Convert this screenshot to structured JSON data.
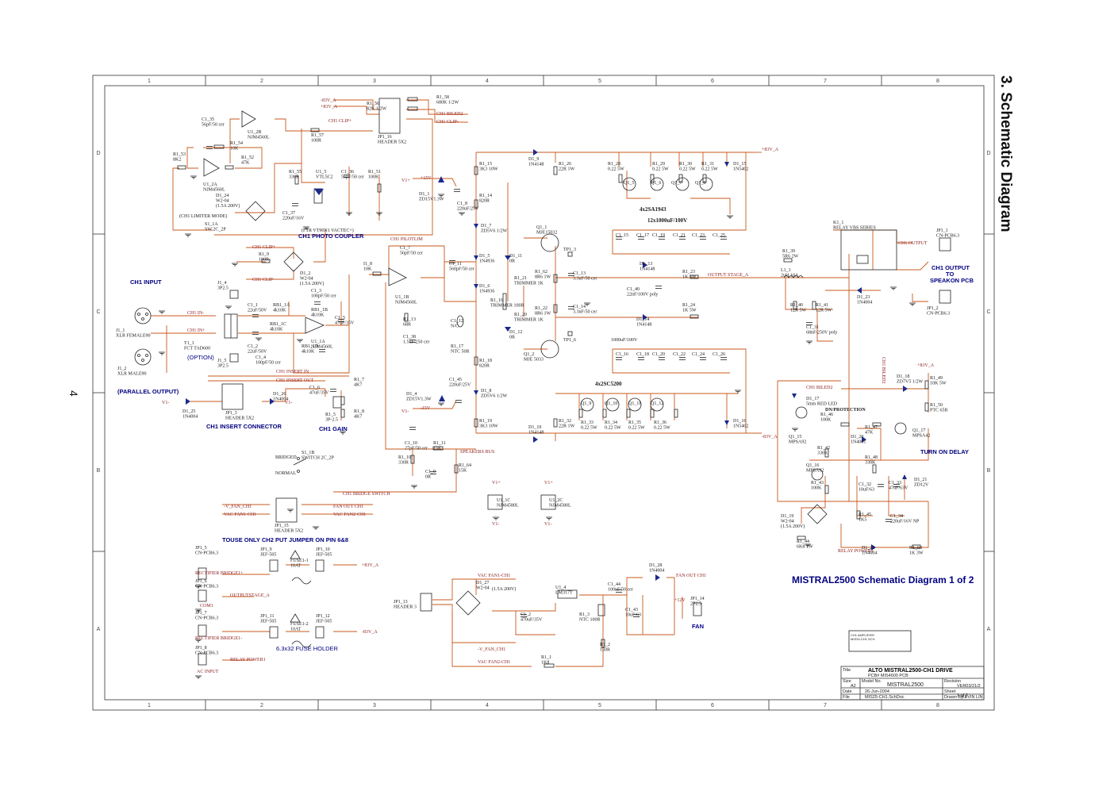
{
  "page": {
    "side_heading": "3. Schematic Diagram",
    "page_number": "4",
    "diagram_title": "MISTRAL2500  Schematic Diagram 1 of 2",
    "grid_cols": [
      "1",
      "2",
      "3",
      "4",
      "5",
      "6",
      "7",
      "8"
    ],
    "grid_rows": [
      "D",
      "C",
      "B",
      "A"
    ]
  },
  "title_block": {
    "title_label": "Title",
    "title": "ALTO MISTRAL2500-CH1 DRIVE",
    "subtitle": "PCB# MIS4600 PCB",
    "size_label": "Size",
    "size": "A2",
    "model_label": "Model No.",
    "model": "MISTRAL2500",
    "revision_label": "Revision",
    "revision": "VER03/21/2",
    "date_label": "Date",
    "date": "26-Jun-2004",
    "sheet_label": "Sheet",
    "sheet": "1    of    2",
    "file_label": "File",
    "file": "MIS25-CH1.SchDoc",
    "drawn_label": "Drawn By",
    "drawn": "KEVIN LIN",
    "note_box": "CH1 AMPLIFIER\nMIS25-CH1.SCH"
  },
  "section_labels": {
    "ch1_input": "CH1 INPUT",
    "ch1_photo_coupler": "CH1 PHOTO COUPLER",
    "ch1_insert_connector": "CH1 INSERT CONNECTOR",
    "ch1_gain": "CH1 GAIN",
    "parallel_output": "(PARALLEL OUTPUT)",
    "option": "(OPTION)",
    "ch1_output": "CH1 OUTPUT",
    "to_speakon": "TO",
    "speakon_pcb": "SPEAKON PCB",
    "turn_on_delay": "TURN ON DELAY",
    "to_use_ch2": "TOUSE ONLY CH2 PUT JUMPER ON PIN 6&8",
    "fuse_holder": "6.3x32 FUSE HOLDER",
    "fan": "FAN",
    "cap_bank_top": "12x1000uF/100V",
    "cap_bank_bottom": "1000uF/100V",
    "trans_top": "4x2SA1943",
    "trans_bottom": "4x2SC5200",
    "limiter_mode": "(CH1 LIMITER MODE)",
    "photo_part": "(FTR VT90N1 VACTEC+)",
    "dn_protection": "DN/PROTECTION",
    "ch1_biled2": "CH1 BILED2"
  },
  "nets": {
    "v83p": "+83V_A",
    "v83n": "-83V_A",
    "v15p": "+15V",
    "v15n": "-15V",
    "vplus": "V1+",
    "vminus": "V1-",
    "ch1_in_minus": "CH1 IN-",
    "ch1_in_plus": "CH1 IN+",
    "ch1_insert_in": "CH1 INSERT IN",
    "ch1_insert_out": "CH1 INSERT OUT",
    "ch1_pilotlim": "CH1 PILOTLIM",
    "ch1_clip_plus": "CH1 CLIP+",
    "ch1_clip_minus": "CH1 CLIP-",
    "ch1_output": "CH1 OUTPUT",
    "output_stage": "OUTPUT STAGE_A",
    "speakers_bus": "SPEAKERS BUS",
    "ch1_bridge_switch": "CH1 BRIDGE SWITCH",
    "fan_ch1": "-V_FAN_CH1",
    "fan_out_ch1": "FAN OUT CH1",
    "vac_fan1": "VAC FAN1-CH1",
    "vac_fan2": "VAC FAN2-CH1",
    "relay_power1": "RELAY POWER1",
    "rectifier_bridge_plus": "RECTIFIER BRIDGE1+",
    "rectifier_bridge_minus": "RECTIFIER BRIDGE1-",
    "com1": "COM1",
    "ac_input": "AC INPUT",
    "outputstage_a": "OUTPUTSTAGE_A",
    "gnd": "GND"
  },
  "components": {
    "u1_2b": "U1_2B\nNJM4560L",
    "u1_2a": "U1_2A\nNJM4560L",
    "u1_1b": "U1_1B\nNJM4560L",
    "u1_1a": "U1_1A\nNJM4560L",
    "u1_1c": "U1_1C\nNJM4580L",
    "u1_2c": "U1_2C\nNJM4580L",
    "u1_5": "U1_5\nVTL5C2",
    "u1_4": "U1_4\nLM317T",
    "c1_35": "C1_35\n56pF/50 cer",
    "r1_54": "R1_54\n10K",
    "r1_53": "R1_53\n8K2",
    "r1_52": "R1_52\n47K",
    "r1_58": "R1_58\n680K 1/2W",
    "r1_56": "R1_56\n82K 1/2W",
    "r1_57": "R1_57\n100R",
    "jp1_16": "JP1_16\nHEADER 5X2",
    "r1_55": "R1_55\n330R",
    "c1_36": "C1_36\n56pF/50 cer",
    "r1_51": "R1_51\n100K",
    "c1_37": "C1_37\n220uF/16V",
    "d1_24": "D1_24\nW2-04\n(1.5A 200V)",
    "s1_1a": "S1_1A\nSW 2C_2P",
    "r1_9": "R1_9\n100R",
    "d1_2": "D1_2\nW2-04\n(1.5A 200V)",
    "i1_8": "I1_8\n10K",
    "c1_7": "C1_7\n56pF/50 cer",
    "j1_4": "J1_4\n3P2.5",
    "j1_1": "J1_1\nXLR FEMALE90",
    "j1_2": "J1_2\nXLR MALE90",
    "t1_1": "T1_1\nFCT TAD600",
    "j1_5": "J1_5\n3P2.5",
    "c1_1": "C1_1\n22uF/50V",
    "c1_2": "C1_2\n22uF/50V",
    "rb1_1a": "RB1_1A\n4k10K",
    "rb1_1c": "RB1_1C\n4k10K",
    "rb1_1b": "RB1_1B\n4k10K",
    "rb1_1d": "RB1_1D\n4k10K",
    "c1_3": "C1_3\n100pF/50 cer",
    "c1_4": "C1_4\n100pF/50 cer",
    "c1_5": "C1_5\n47uF/35V",
    "c1_6": "C1_6\n47uF/35V",
    "r1_7": "R1_7\n4K7",
    "r1_8": "R1_8\n4K7",
    "r1_5": "R1_5\n3P-2.5",
    "jp1_3": "JP1_3\nHEADER 5X2",
    "d1_25": "D1_25\n1N4004",
    "d1_26": "D1_26\n1N4004",
    "r1_15": "R1_15\n3K3 10W",
    "r1_14": "R1_14\n820R",
    "d1_1": "D1_1\nZD15V1.3W",
    "c1_8": "C1_8\n220uF/25V",
    "d1_7": "D1_7\nZD5V6 1/2W",
    "c1_11": "C1_11\n560pF/50 cer",
    "d1_5": "D1_5\n1N4936",
    "d1_6": "D1_6\n1N4936",
    "d1_11": "D1_11\n0R",
    "d1_12": "D1_12\n0R",
    "r1_21": "R1_21\nTRIMMER 1K",
    "r1_20": "R1_20\nTRIMMER 1K",
    "r1_16": "R1_16\nTRIMMER 100R",
    "r1_13": "R1_13\n68R",
    "c1_38": "C1_38\n1.5nF/250 cer",
    "c1_12": "C1_12\nN/C",
    "r1_17": "R1_17\nNTC 50R",
    "r1_18": "R1_18\n820R",
    "d1_4": "D1_4\nZD15V1.3W",
    "c1_45": "C1_45\n220uF/25V",
    "d1_8": "D1_8\nZD5V6 1/2W",
    "r1_19": "R1_19\n3K3 10W",
    "c1_10": "C1_10\n27pF/50 cer",
    "r1_11": "R1_11\n15K",
    "r1_10": "R1_10\n330R",
    "c1_9": "C1_9\n0R",
    "r1_64": "R1_64\n15K",
    "d1_9": "D1_9\n1N4148",
    "r1_26": "R1_26\n22R 1W",
    "q1_1": "Q1_1\nMJE15032",
    "tp1_3": "TP1_3",
    "r1_62": "R1_62\n8R6 1W",
    "r1_22": "R1_22\n8R6 1W",
    "c1_13": "C1_13\n3.3nF/50 cer",
    "c1_14": "C1_14\n3.3nF/50 cer",
    "q1_2": "Q1_2\nMJE 5033",
    "tp1_6": "TP1_6",
    "d1_10": "D1_10\n1N4148",
    "r1_32": "R1_32\n22R 1W",
    "r1_28": "R1_28\n0.22 5W",
    "r1_29": "R1_29\n0.22 5W",
    "r1_30": "R1_30\n0.22 5W",
    "r1_31": "R1_31\n0.22 5W",
    "d1_15": "D1_15\n1N5402",
    "q1_5": "Q1_5",
    "q1_6": "Q1_6",
    "q1_7": "Q1_7",
    "q1_8": "Q1_8",
    "c1_15": "C1_15",
    "c1_17": "C1_17",
    "c1_19": "C1_19",
    "c1_21": "C1_21",
    "c1_23": "C1_23",
    "c1_25": "C1_25",
    "c1_16": "C1_16",
    "c1_18": "C1_18",
    "c1_20": "C1_20",
    "c1_22": "C1_22",
    "c1_24": "C1_24",
    "c1_26": "C1_26",
    "d1_13": "D1_13\n1N4148",
    "r1_23": "R1_23\n1K 5W",
    "c1_40": "C1_40\n22nF/100V poly",
    "r1_24": "R1_24\n1K 5W",
    "d1_14": "D1_14\n1N4148",
    "q1_9": "Q1_9",
    "q1_10": "Q1_10",
    "q1_11": "Q1_11",
    "q1_12": "Q1_12",
    "r1_33": "R1_33\n0.22 5W",
    "r1_34": "R1_34\n0.22 5W",
    "r1_35": "R1_35\n0.22 5W",
    "r1_36": "R1_36\n0.22 5W",
    "d1_16": "D1_16\n1N5402",
    "r1_39": "R1_39\n5R6 2W",
    "l1_1": "L1_1\n2uH 10A",
    "r1_40": "R1_40\n12R 5W",
    "r1_41": "R1_41\n12R 5W",
    "c1_31": "C1_31\n68nF/250V poly",
    "k1_1": "K1_1\nRELAY VBS SERIES",
    "jp1_1": "JP1_1\nCN-PCB6.3",
    "jp1_2": "JP1_2\nCN-PCB6.3",
    "d1_23": "D1_23\n1N4004",
    "d1_17": "D1_17\n5mm RED LED",
    "d1_18": "D1_18\nZD7V5 1/2W",
    "r1_49": "R1_49\n10K 5W",
    "r1_50": "R1_50\nPTC 65R",
    "r1_46": "R1_46\n100K",
    "r1_47": "R1_47\n47K",
    "q1_15": "Q1_15\nMPSA92",
    "q1_17": "Q1_17\nMPSA42",
    "d1_20": "D1_20\n1N4001",
    "r1_42": "R1_42\n330K",
    "r1_48": "R1_48\n330K",
    "q1_16": "Q1_16\nMPSA92",
    "r1_43": "R1_43\n100K",
    "c1_32": "C1_32\n10uF/63",
    "c1_33": "C1_33\n47uF/63V",
    "d1_21": "D1_21\nZD12V",
    "d1_19": "D1_19\nW2-04\n(1.5A 200V)",
    "r1_44": "R1_44\n6K8 1W",
    "r1_45": "R1_45\n1K5",
    "c1_34": "C1_34\n220uF/16V NP",
    "d1_22": "D1_22\n1N4004",
    "r1_63": "R1_63\n1K 3W",
    "s1_1b": "S1_1B\nSWITCH 2C_2P",
    "bridged": "BRIDGED",
    "normal": "NORMAL",
    "jp1_15": "JP1_15\nHEADER 5X2",
    "jp1_5": "JP1_5\nCN-PCB6.3",
    "jp1_9": "JP1_9\nJEF-505",
    "jp1_10": "JP1_10\nJEF-505",
    "jp1_6": "JP1_6\nCN-PCB6.3",
    "jp1_7": "JP1_7\nCN-PCB6.3",
    "jp1_11": "JP1_11\nJEF-505",
    "jp1_12": "JP1_12\nJEF-505",
    "jp1_8": "JP1_8\nCN-PCB6.3",
    "fuse": "FUSE1-1\n10AT",
    "fuse2": "FUSE1-2\n10AT",
    "jp1_13": "JP1_13\nHEADER 3",
    "d1_27": "D1_27\nW2-04",
    "d1_27_rating": "(1.5A 200V)",
    "c1_2b": "C1_2\n470uF/35V",
    "r1_3": "R1_3\nNTC 100R",
    "c1_44": "C1_44\n100nF/50 cer",
    "c1_43": "C1_43\n10uF/63",
    "d1_28": "D1_28\n1N4004",
    "r1_2": "R1_2\n150R",
    "r1_1": "R1_1\n1K8",
    "jp1_14": "JP1_14\n2P2.5",
    "v12": "+12V"
  }
}
